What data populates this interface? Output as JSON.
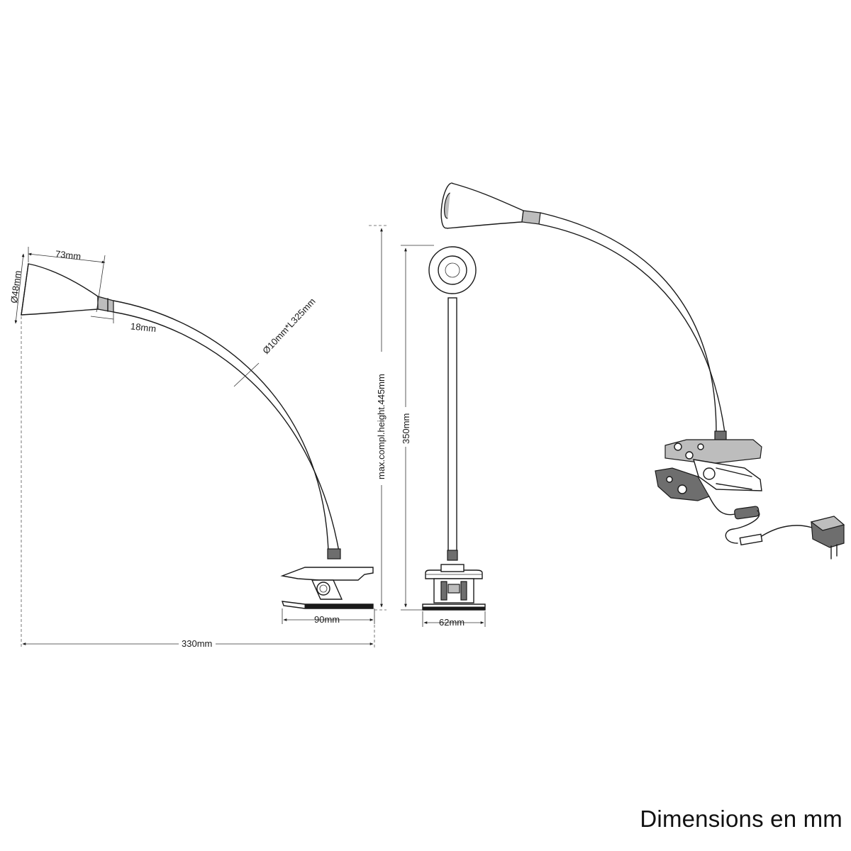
{
  "dimensions": {
    "head_length": "73mm",
    "head_diameter": "Ø48mm",
    "collar_length": "18mm",
    "gooseneck": "Ø10mm*L325mm",
    "clamp_side_width": "90mm",
    "total_length": "330mm",
    "max_height": "max.compl.height.445mm",
    "front_height": "350mm",
    "clamp_front_width": "62mm"
  },
  "caption": "Dimensions en mm"
}
